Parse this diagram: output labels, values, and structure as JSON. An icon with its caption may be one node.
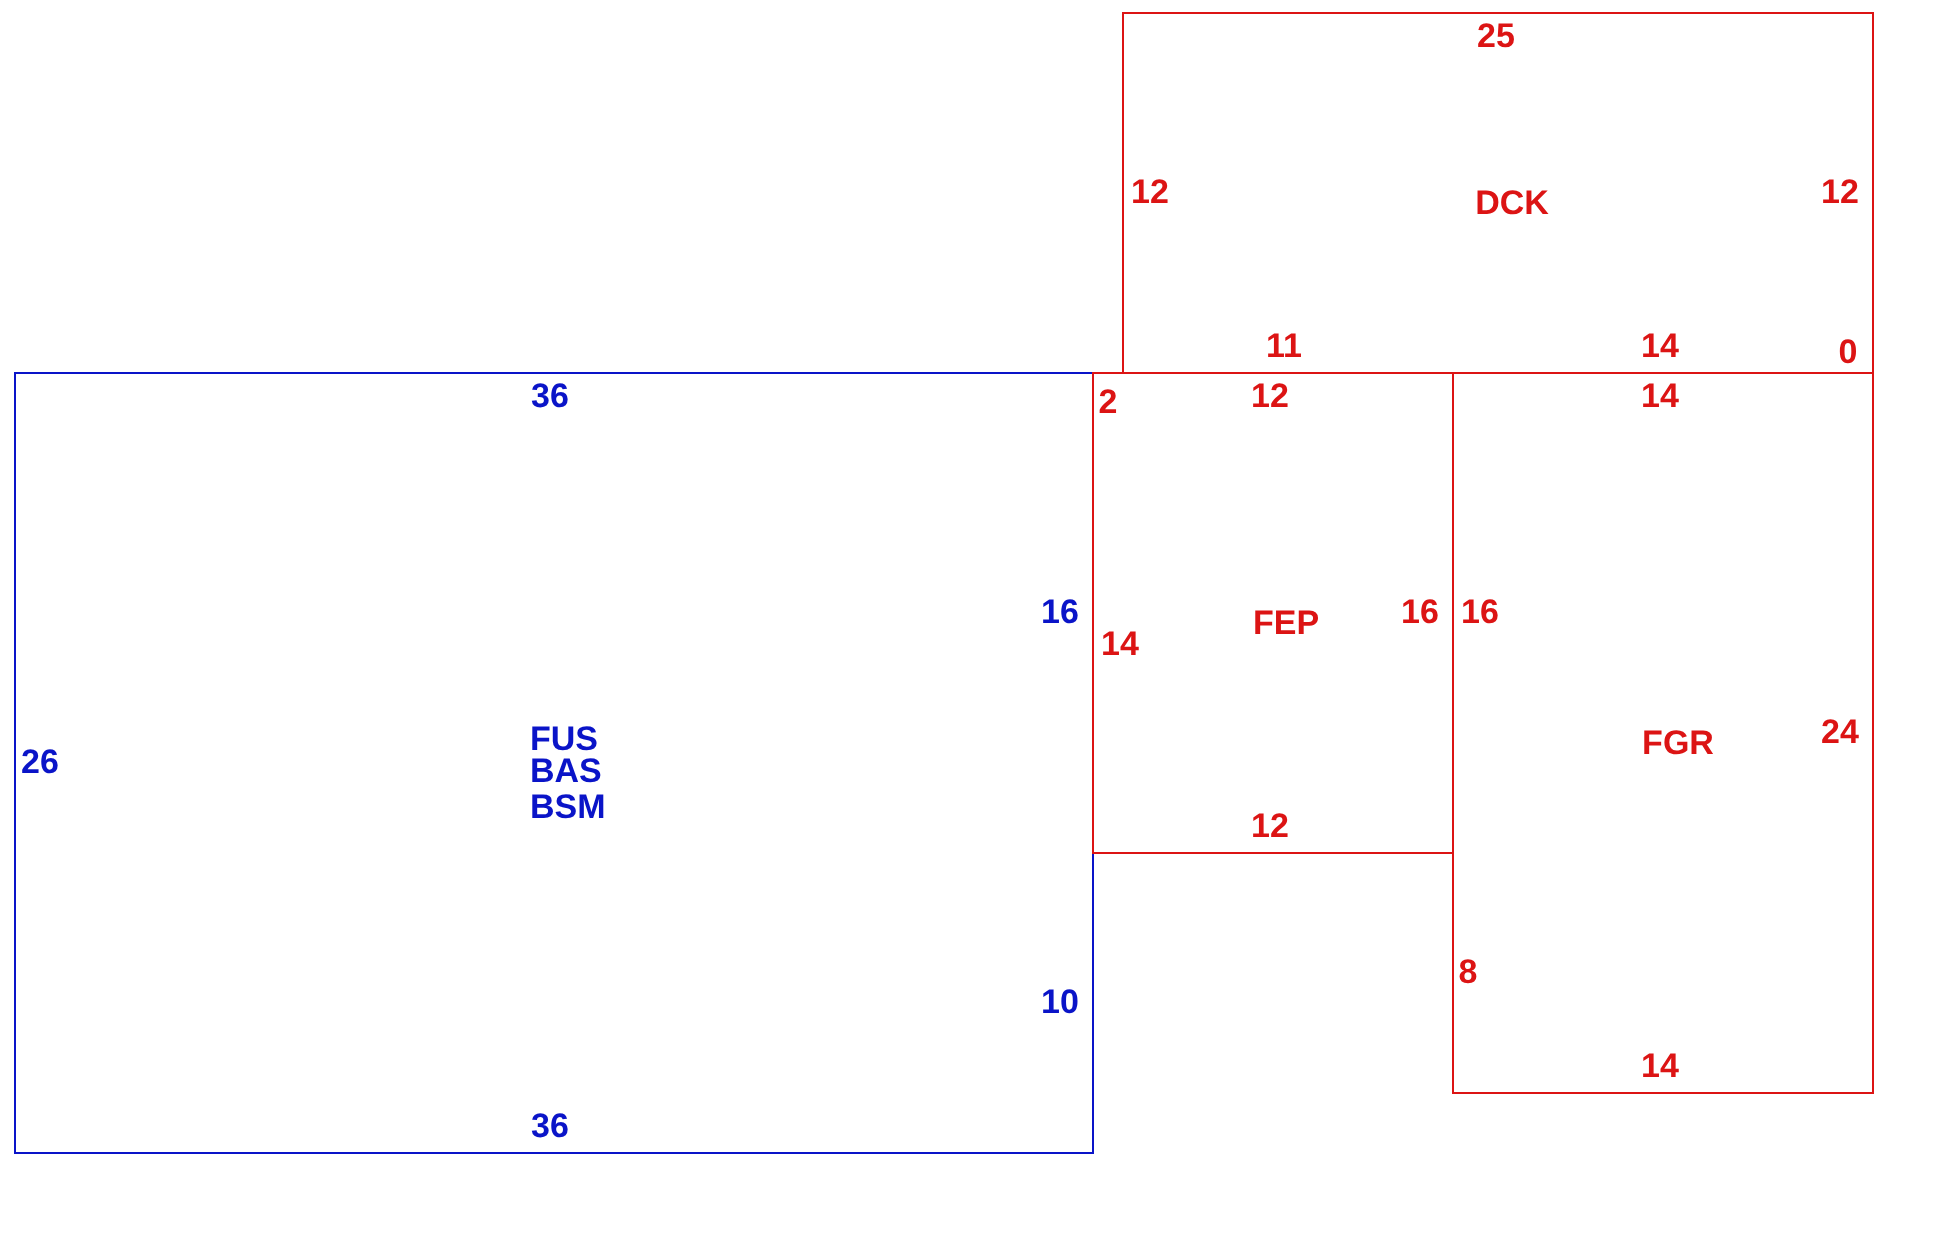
{
  "diagram": {
    "nodes": [
      {
        "text": [
          "DCK"
        ]
      },
      {
        "text": [
          "FUS",
          "BAS",
          "BSM"
        ]
      },
      {
        "text": [
          "FEP"
        ]
      },
      {
        "text": [
          "FGR"
        ]
      }
    ],
    "labels": [
      "25",
      "12",
      "12",
      "11",
      "14",
      "0",
      "36",
      "2",
      "12",
      "14",
      "16",
      "16",
      "16",
      "14",
      "24",
      "26",
      "12",
      "8",
      "10",
      "14",
      "36"
    ]
  }
}
